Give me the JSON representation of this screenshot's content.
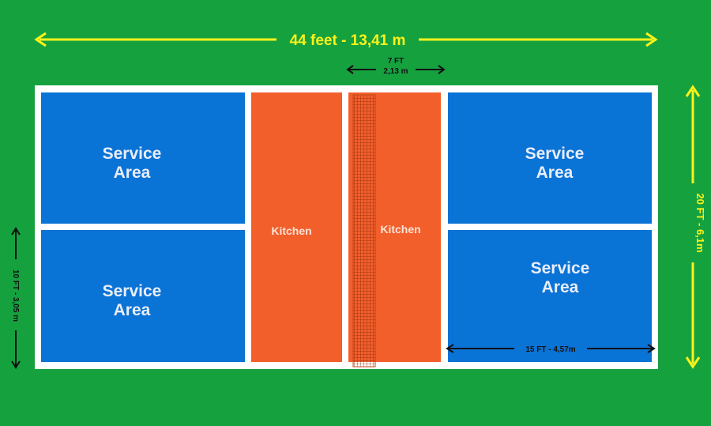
{
  "colors": {
    "background": "#16a13f",
    "court_lines": "#ffffff",
    "service_area": "#0a73d6",
    "kitchen": "#f25f2b",
    "dimension_yellow": "#fbf21a",
    "dimension_black": "#111111"
  },
  "court": {
    "service_areas": [
      {
        "line1": "Service",
        "line2": "Area"
      },
      {
        "line1": "Service",
        "line2": "Area"
      },
      {
        "line1": "Service",
        "line2": "Area"
      },
      {
        "line1": "Service",
        "line2": "Area"
      }
    ],
    "kitchens": [
      {
        "label": "Kitchen"
      },
      {
        "label": "Kitchen"
      }
    ]
  },
  "dimensions": {
    "length": "44 feet - 13,41 m",
    "width": "20 FT - 6,1m",
    "kitchen_depth_ft": "7 FT",
    "kitchen_depth_m": "2,13 m",
    "service_width": "10 FT - 3,05 m",
    "service_length": "15 FT - 4,57m"
  }
}
